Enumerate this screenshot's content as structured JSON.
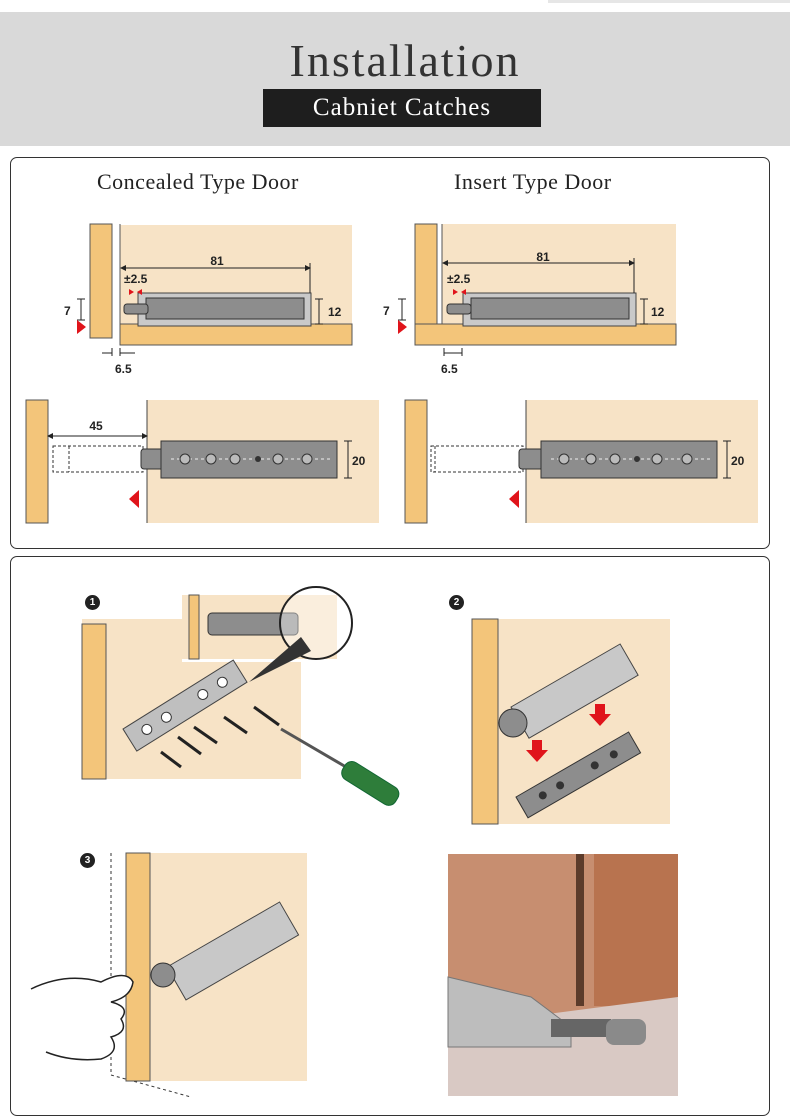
{
  "header": {
    "title": "Installation",
    "subtitle": "Cabniet Catches"
  },
  "dimensions": {
    "concealed": {
      "heading": "Concealed Type Door",
      "length": "81",
      "tolerance": "±2.5",
      "height_left": "7",
      "height_right": "12",
      "offset": "6.5",
      "travel": "45",
      "width": "20"
    },
    "insert": {
      "heading": "Insert Type Door",
      "length": "81",
      "tolerance": "±2.5",
      "height_left": "7",
      "height_right": "12",
      "offset": "6.5",
      "width": "20"
    }
  },
  "steps": [
    "1",
    "2",
    "3"
  ],
  "colors": {
    "wood": "#f7e3c6",
    "wood_edge": "#f3c57a",
    "catch_body": "#8d8d8d",
    "marker_red": "#e0141b",
    "screwdriver_green": "#2e7d3a"
  }
}
